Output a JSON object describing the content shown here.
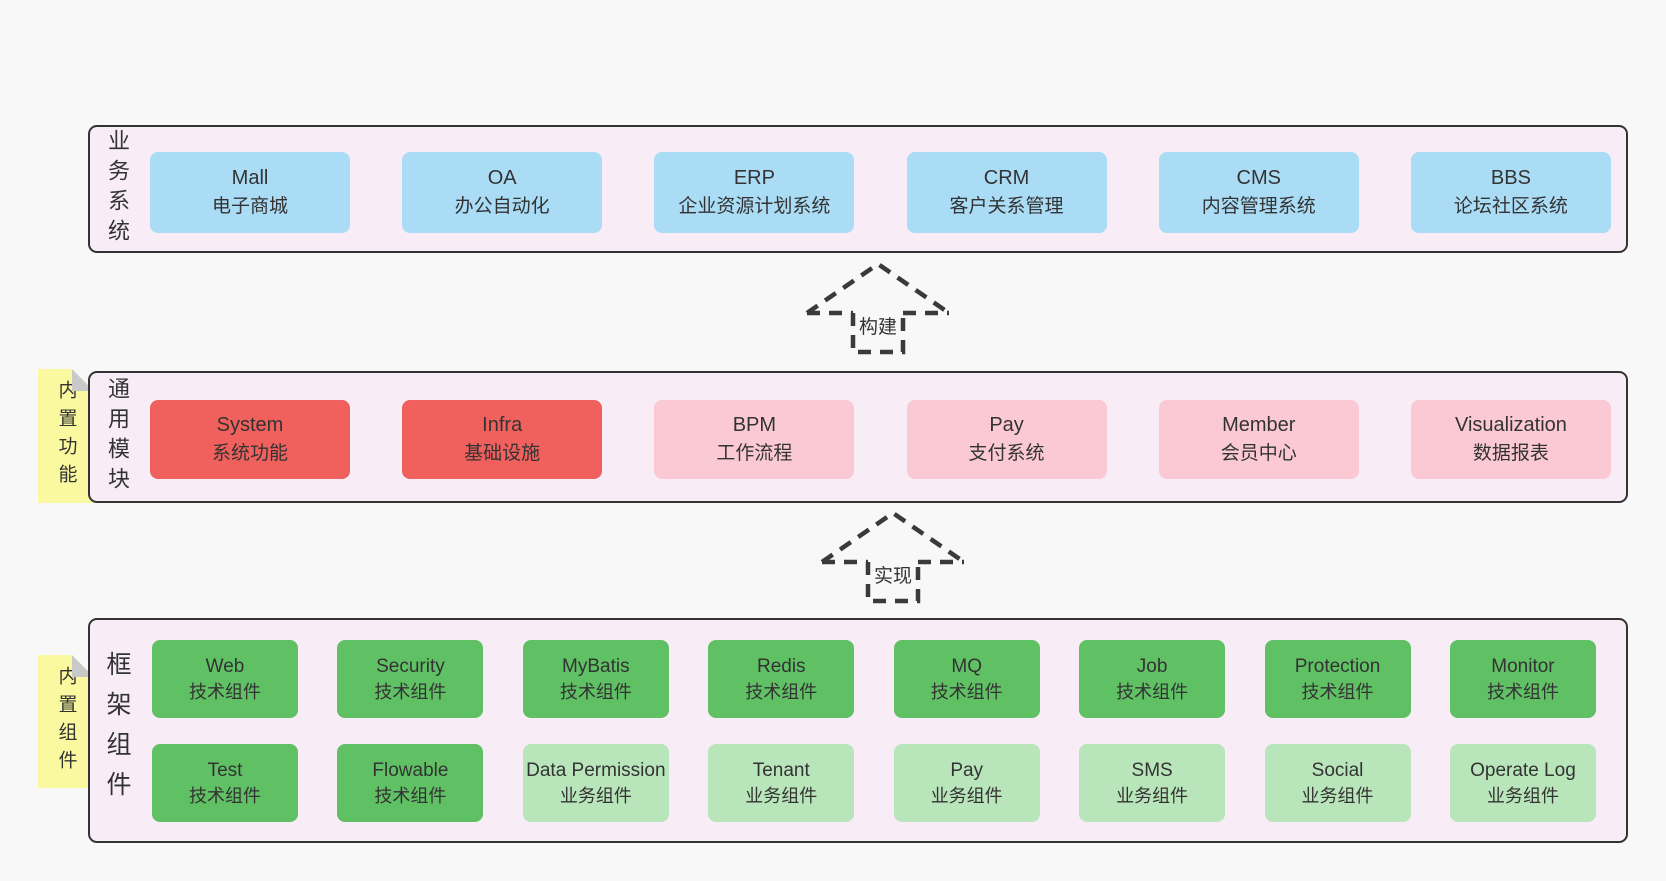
{
  "colors": {
    "page_background": "#f8f8f8",
    "band_fill": "#f8edf7",
    "band_border": "#333333",
    "blue_box": "#aadcf6",
    "red_box": "#f0605d",
    "pink_box": "#fbc9d4",
    "green_box": "#5fc064",
    "light_green_box": "#b9e5ba",
    "sticky_note": "#fbf9a0",
    "sticky_fold": "#c9c9c9",
    "text": "#333333",
    "dashed_arrow": "#3a3a3a"
  },
  "arrows": [
    {
      "label": "构建"
    },
    {
      "label": "实现"
    }
  ],
  "bands": [
    {
      "label": "业务系统",
      "items": [
        {
          "title": "Mall",
          "subtitle": "电子商城"
        },
        {
          "title": "OA",
          "subtitle": "办公自动化"
        },
        {
          "title": "ERP",
          "subtitle": "企业资源计划系统"
        },
        {
          "title": "CRM",
          "subtitle": "客户关系管理"
        },
        {
          "title": "CMS",
          "subtitle": "内容管理系统"
        },
        {
          "title": "BBS",
          "subtitle": "论坛社区系统"
        }
      ]
    },
    {
      "label": "通用模块",
      "sticky": "内置功能",
      "items": [
        {
          "title": "System",
          "subtitle": "系统功能",
          "variant": "red"
        },
        {
          "title": "Infra",
          "subtitle": "基础设施",
          "variant": "red"
        },
        {
          "title": "BPM",
          "subtitle": "工作流程",
          "variant": "pink"
        },
        {
          "title": "Pay",
          "subtitle": "支付系统",
          "variant": "pink"
        },
        {
          "title": "Member",
          "subtitle": "会员中心",
          "variant": "pink"
        },
        {
          "title": "Visualization",
          "subtitle": "数据报表",
          "variant": "pink"
        }
      ]
    },
    {
      "label": "框架组件",
      "sticky": "内置组件",
      "rows": [
        [
          {
            "title": "Web",
            "subtitle": "技术组件",
            "variant": "green"
          },
          {
            "title": "Security",
            "subtitle": "技术组件",
            "variant": "green"
          },
          {
            "title": "MyBatis",
            "subtitle": "技术组件",
            "variant": "green"
          },
          {
            "title": "Redis",
            "subtitle": "技术组件",
            "variant": "green"
          },
          {
            "title": "MQ",
            "subtitle": "技术组件",
            "variant": "green"
          },
          {
            "title": "Job",
            "subtitle": "技术组件",
            "variant": "green"
          },
          {
            "title": "Protection",
            "subtitle": "技术组件",
            "variant": "green"
          },
          {
            "title": "Monitor",
            "subtitle": "技术组件",
            "variant": "green"
          }
        ],
        [
          {
            "title": "Test",
            "subtitle": "技术组件",
            "variant": "green"
          },
          {
            "title": "Flowable",
            "subtitle": "技术组件",
            "variant": "green"
          },
          {
            "title": "Data Permission",
            "subtitle": "业务组件",
            "variant": "green-light"
          },
          {
            "title": "Tenant",
            "subtitle": "业务组件",
            "variant": "green-light"
          },
          {
            "title": "Pay",
            "subtitle": "业务组件",
            "variant": "green-light"
          },
          {
            "title": "SMS",
            "subtitle": "业务组件",
            "variant": "green-light"
          },
          {
            "title": "Social",
            "subtitle": "业务组件",
            "variant": "green-light"
          },
          {
            "title": "Operate Log",
            "subtitle": "业务组件",
            "variant": "green-light"
          }
        ]
      ]
    }
  ]
}
